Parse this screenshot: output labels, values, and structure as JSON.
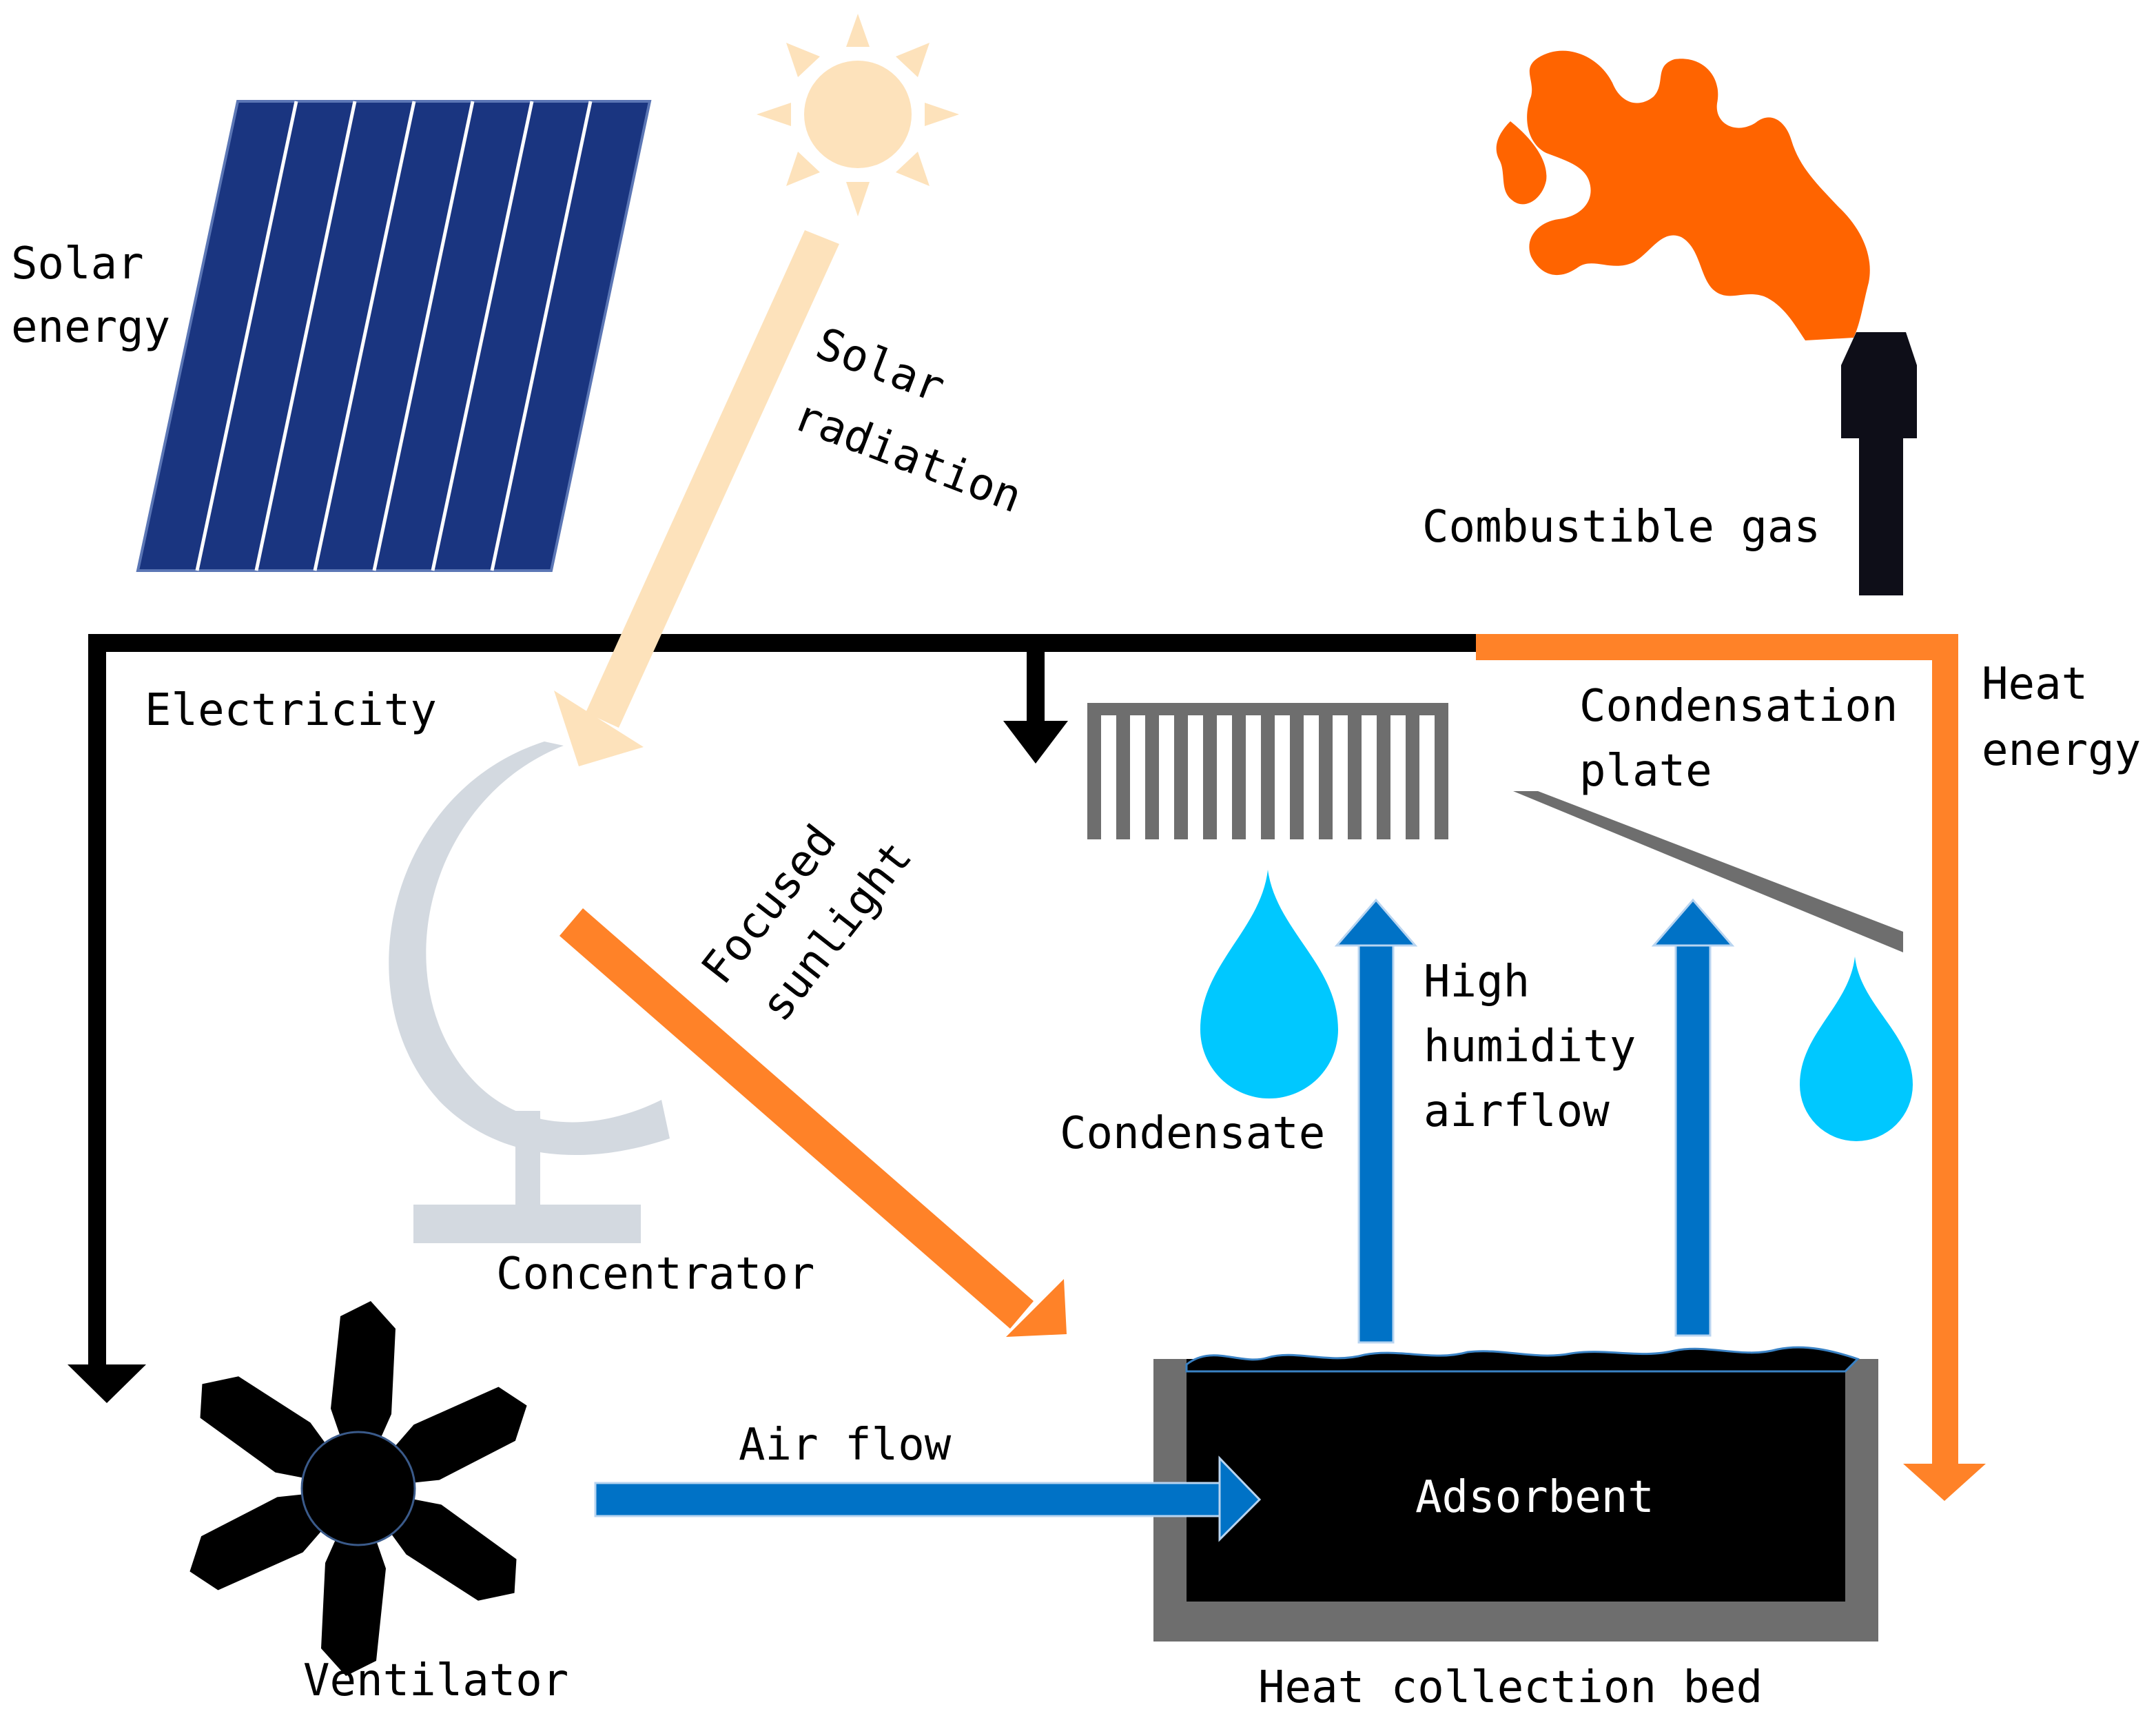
{
  "labels": {
    "solar_energy_line1": "Solar",
    "solar_energy_line2": "energy",
    "solar_radiation_line1": "Solar",
    "solar_radiation_line2": "radiation",
    "combustible_gas": "Combustible gas",
    "electricity": "Electricity",
    "condensation_plate_line1": "Condensation",
    "condensation_plate_line2": "plate",
    "heat_energy_line1": "Heat",
    "heat_energy_line2": "energy",
    "focused_sunlight_line1": "Focused",
    "focused_sunlight_line2": "sunlight",
    "high_humidity_line1": "High",
    "high_humidity_line2": "humidity",
    "high_humidity_line3": "airflow",
    "condensate": "Condensate",
    "concentrator": "Concentrator",
    "air_flow": "Air flow",
    "adsorbent": "Adsorbent",
    "ventilator": "Ventilator",
    "heat_collection_bed": "Heat collection bed"
  },
  "colors": {
    "solar_panel": "#1a3580",
    "sun": "#fde2bb",
    "flame": "#ff6400",
    "orange_arrow": "#ff8228",
    "blue_arrow": "#0072c6",
    "droplet": "#00c8ff",
    "concentrator": "#d3d9e0",
    "grey": "#6e6e6e",
    "black": "#000000"
  }
}
